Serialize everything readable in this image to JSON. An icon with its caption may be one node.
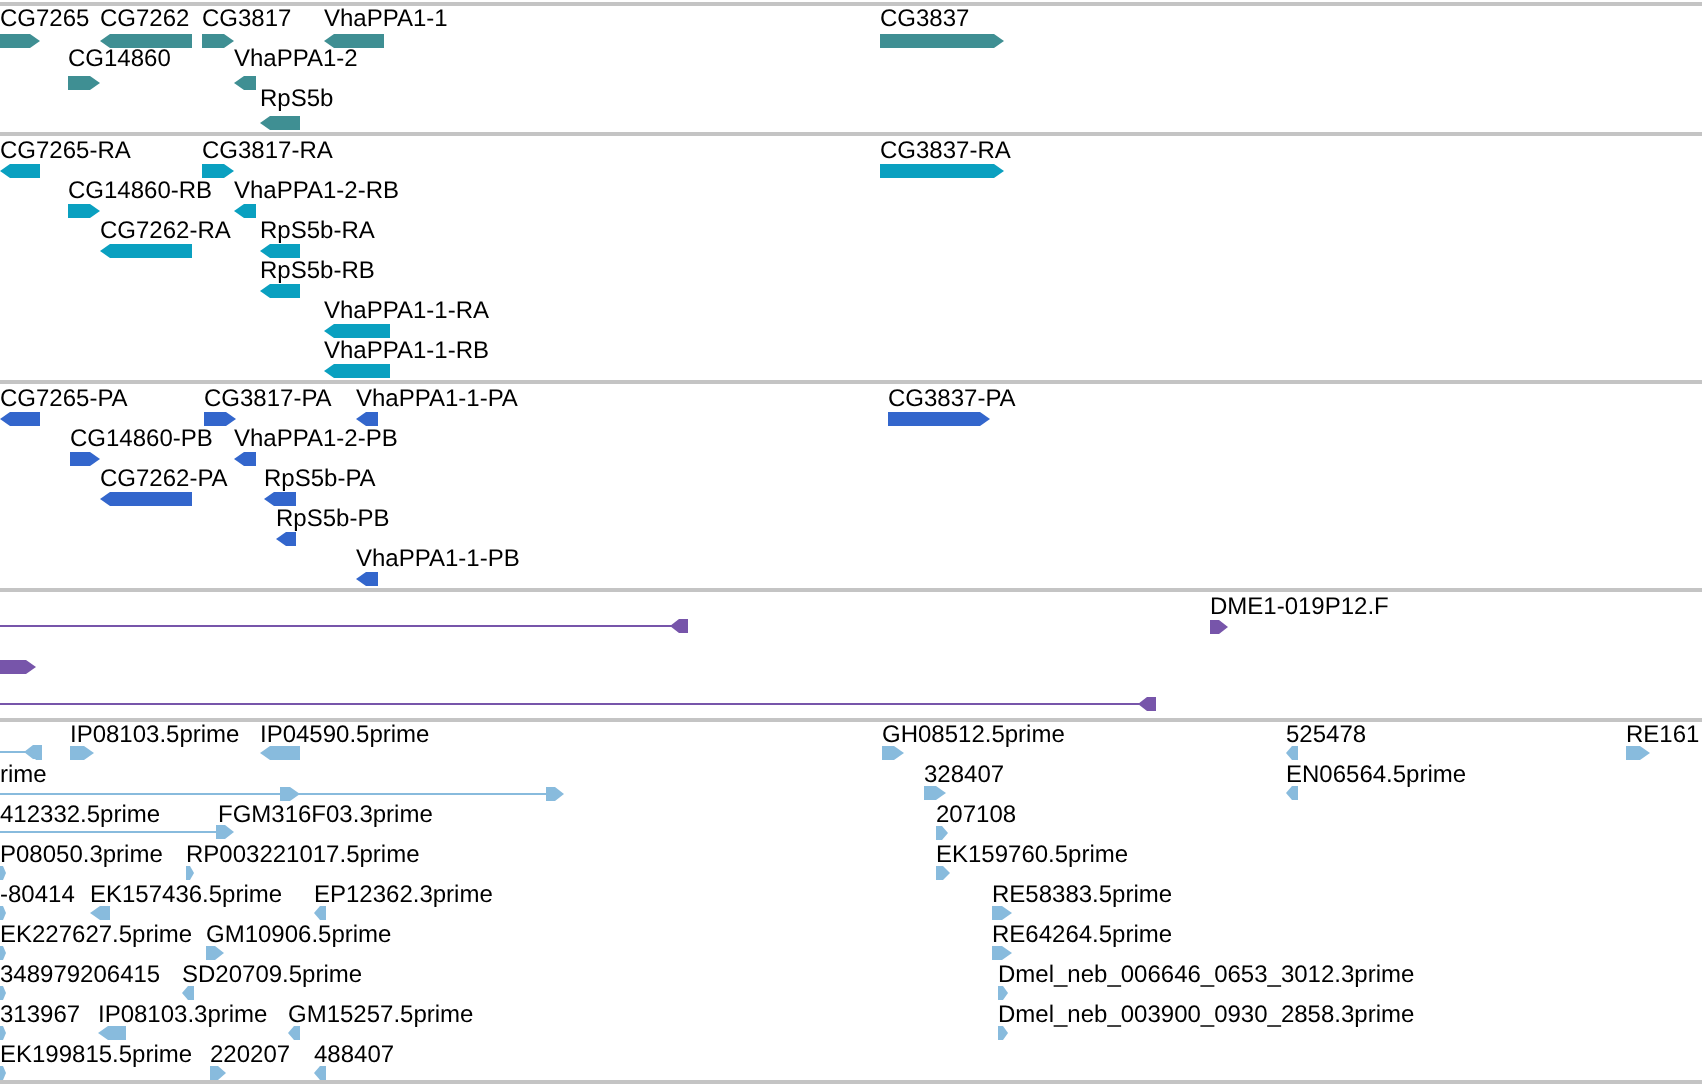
{
  "diagram": {
    "labels": [
      "CG7265",
      "CG7262",
      "CG3817",
      "VhaPPA1-1",
      "CG3837",
      "CG14860",
      "VhaPPA1-2",
      "RpS5b",
      "CG7265-RA",
      "CG3817-RA",
      "CG3837-RA",
      "CG14860-RB",
      "VhaPPA1-2-RB",
      "CG7262-RA",
      "RpS5b-RA",
      "RpS5b-RB",
      "VhaPPA1-1-RA",
      "VhaPPA1-1-RB",
      "CG7265-PA",
      "CG3817-PA",
      "VhaPPA1-1-PA",
      "CG3837-PA",
      "CG14860-PB",
      "VhaPPA1-2-PB",
      "CG7262-PA",
      "RpS5b-PA",
      "RpS5b-PB",
      "VhaPPA1-1-PB",
      "DME1-019P12.F",
      "IP08103.5prime",
      "IP04590.5prime",
      "GH08512.5prime",
      "525478",
      "RE161",
      "rime",
      "328407",
      "EN06564.5prime",
      "412332.5prime",
      "FGM316F03.3prime",
      "207108",
      "P08050.3prime",
      "RP003221017.5prime",
      "EK159760.5prime",
      "-80414",
      "EK157436.5prime",
      "EP12362.3prime",
      "RE58383.5prime",
      "EK227627.5prime",
      "GM10906.5prime",
      "RE64264.5prime",
      "348979206415",
      "SD20709.5prime",
      "Dmel_neb_006646_0653_3012.3prime",
      "313967",
      "IP08103.3prime",
      "GM15257.5prime",
      "Dmel_neb_003900_0930_2858.3prime",
      "EK199815.5prime",
      "220207",
      "488407"
    ]
  }
}
